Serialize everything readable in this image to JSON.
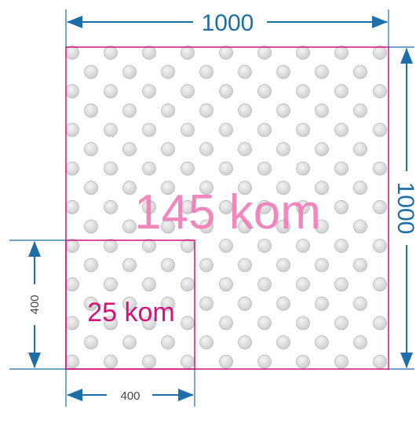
{
  "dimensions": {
    "top_width": "1000",
    "right_height": "1000",
    "left_small_height": "400",
    "bottom_small_width": "400"
  },
  "labels": {
    "large_count": "145 kom",
    "small_count": "25 kom"
  },
  "colors": {
    "dimension_line": "#1e6fa8",
    "border": "#d6127a",
    "large_label": "#ef7ab5",
    "small_label": "#d6127a",
    "dot_fill": "#dcdcdc",
    "dot_stroke": "#b8b8b8"
  }
}
